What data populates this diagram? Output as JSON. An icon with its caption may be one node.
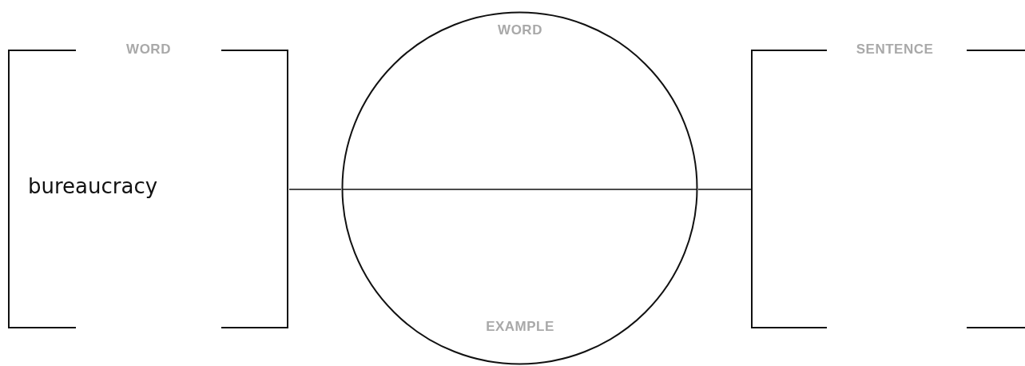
{
  "diagram": {
    "nodes": [
      {
        "text": [
          "WORD",
          "bureaucracy"
        ]
      },
      {
        "text": [
          "WORD",
          "EXAMPLE"
        ]
      },
      {
        "text": [
          "SENTENCE"
        ]
      }
    ],
    "edges": [
      {
        "from": 0,
        "to": 1,
        "arrow": "none"
      },
      {
        "from": 1,
        "to": 2,
        "arrow": "none"
      }
    ]
  }
}
